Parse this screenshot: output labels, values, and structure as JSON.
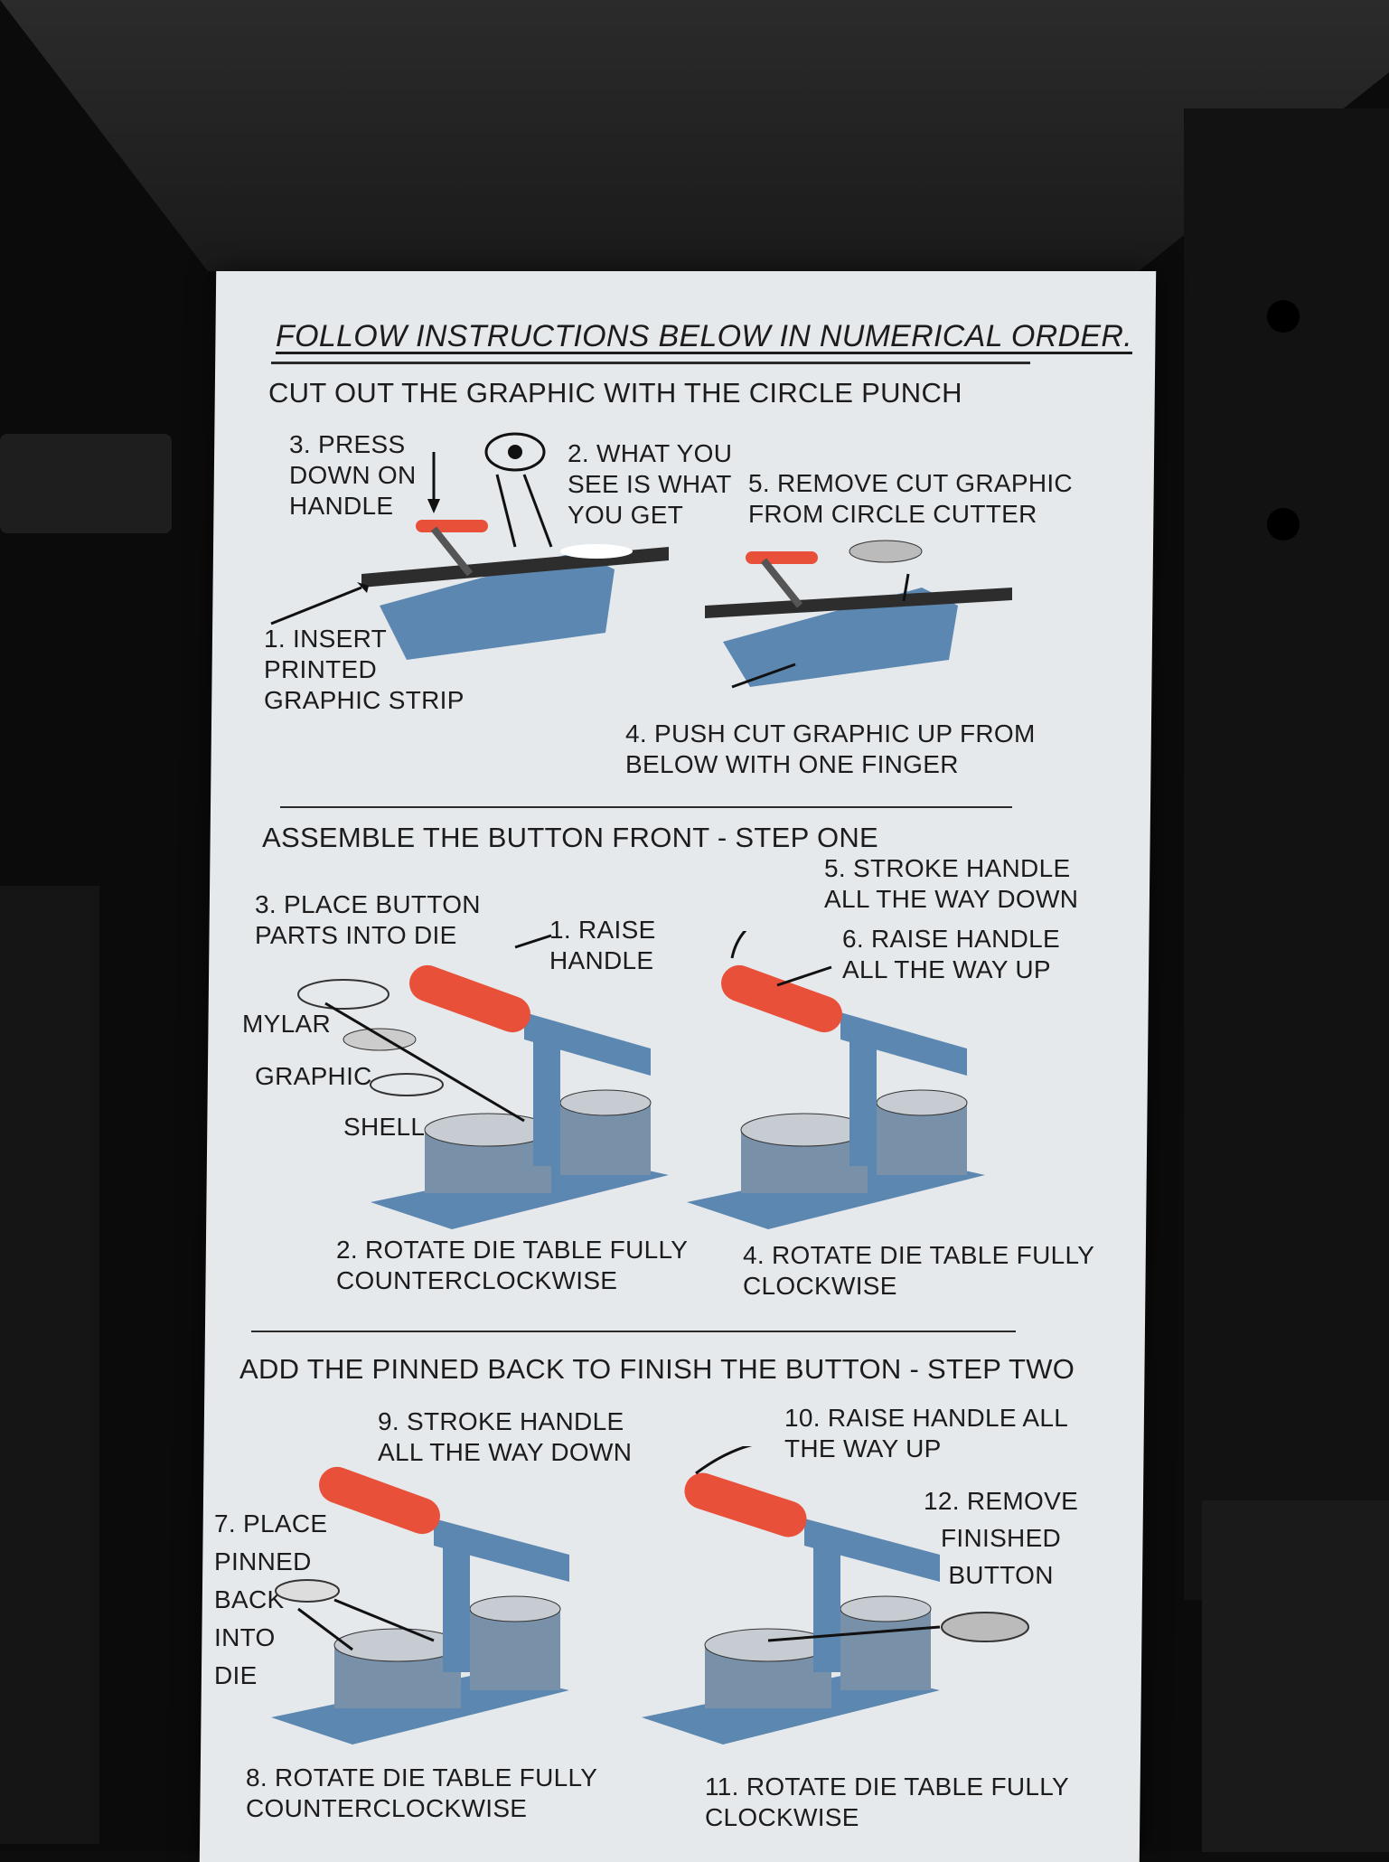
{
  "title": "FOLLOW INSTRUCTIONS BELOW IN NUMERICAL ORDER.",
  "section1": {
    "heading": "CUT OUT THE GRAPHIC WITH THE CIRCLE PUNCH",
    "step3": "3. PRESS\nDOWN ON\nHANDLE",
    "step2": "2. WHAT YOU\nSEE IS WHAT\nYOU GET",
    "step5": "5. REMOVE CUT GRAPHIC\nFROM CIRCLE CUTTER",
    "step1": "1. INSERT\nPRINTED\nGRAPHIC STRIP",
    "step4": "4. PUSH CUT GRAPHIC UP FROM\nBELOW WITH ONE FINGER"
  },
  "section2": {
    "heading": "ASSEMBLE THE BUTTON FRONT - STEP ONE",
    "step3": "3. PLACE BUTTON\nPARTS INTO DIE",
    "step1": "1. RAISE\nHANDLE",
    "step5": "5. STROKE HANDLE\nALL THE WAY DOWN",
    "step6": "6. RAISE HANDLE\nALL THE WAY UP",
    "mylar": "MYLAR",
    "graphic": "GRAPHIC",
    "shell": "SHELL",
    "step2": "2. ROTATE DIE TABLE FULLY\nCOUNTERCLOCKWISE",
    "step4": "4. ROTATE DIE TABLE FULLY\nCLOCKWISE"
  },
  "section3": {
    "heading": "ADD THE PINNED BACK TO FINISH THE BUTTON - STEP TWO",
    "step9": "9. STROKE HANDLE\nALL THE WAY DOWN",
    "step10": "10. RAISE HANDLE ALL\nTHE WAY UP",
    "step7": "7. PLACE\nPINNED\nBACK\nINTO\nDIE",
    "step12": "12. REMOVE\nFINISHED\nBUTTON",
    "step8": "8. ROTATE DIE TABLE FULLY\nCOUNTERCLOCKWISE",
    "step11": "11. ROTATE DIE TABLE FULLY\nCLOCKWISE"
  },
  "colors": {
    "paper": "#e6e9ec",
    "machine_blue": "#5b87b0",
    "handle_red": "#e8503a",
    "background": "#0d0d0d"
  }
}
